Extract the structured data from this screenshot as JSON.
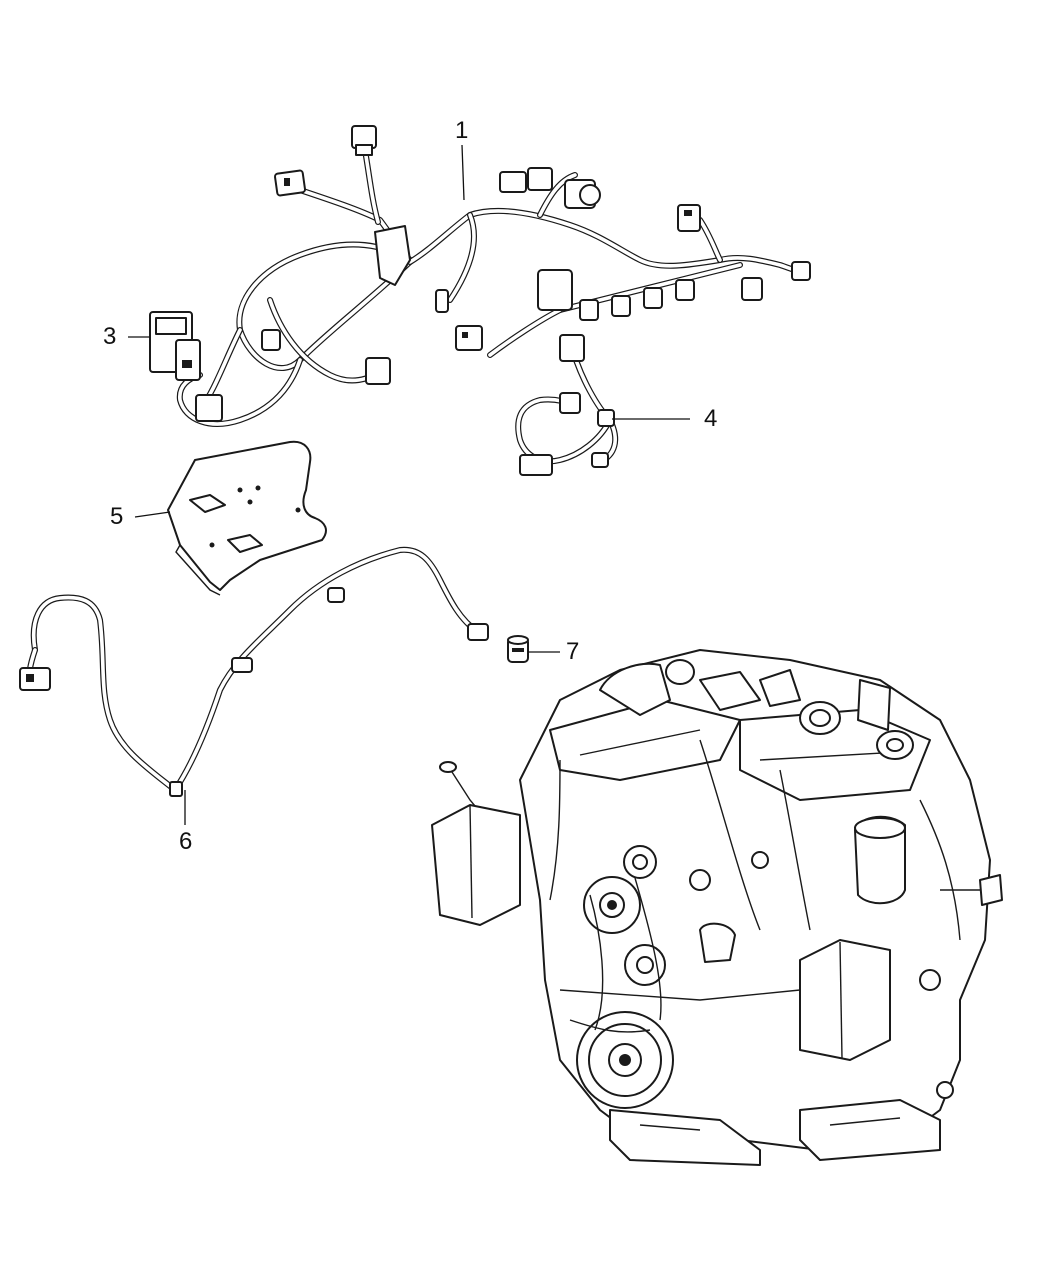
{
  "callouts": [
    {
      "id": "c1",
      "label": "1"
    },
    {
      "id": "c3",
      "label": "3"
    },
    {
      "id": "c4",
      "label": "4"
    },
    {
      "id": "c5",
      "label": "5"
    },
    {
      "id": "c6",
      "label": "6"
    },
    {
      "id": "c7",
      "label": "7"
    }
  ],
  "parts": {
    "harness_main": {
      "callout": "1"
    },
    "connector_block": {
      "callout": "3"
    },
    "jumper_harness": {
      "callout": "4"
    },
    "bracket_plate": {
      "callout": "5"
    },
    "sensor_wire": {
      "callout": "6"
    },
    "grommet": {
      "callout": "7"
    }
  }
}
